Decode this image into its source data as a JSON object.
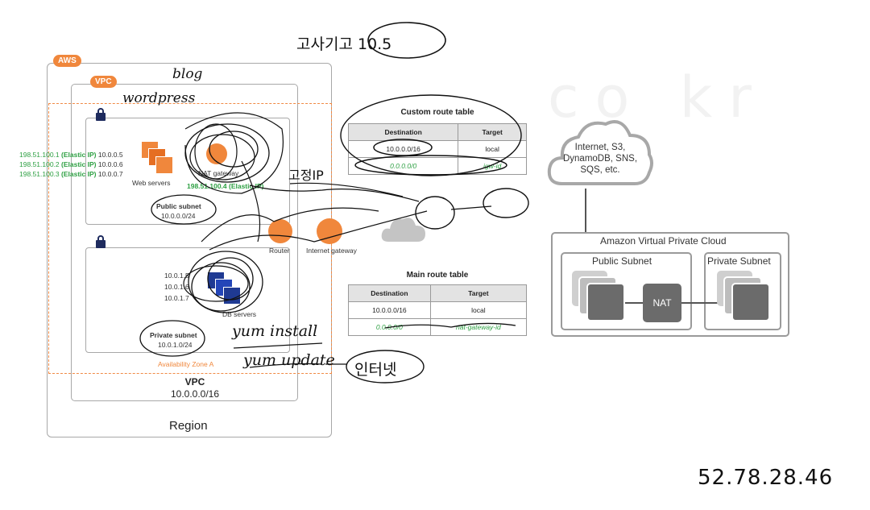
{
  "diagram": {
    "aws_tag": "AWS",
    "vpc_tag": "VPC",
    "region_label": "Region",
    "vpc_label": "VPC",
    "vpc_cidr": "10.0.0.0/16",
    "az_label": "Availability Zone A",
    "public_subnet_label": "Public subnet",
    "public_subnet_cidr": "10.0.0.0/24",
    "private_subnet_label": "Private subnet",
    "private_subnet_cidr": "10.0.1.0/24",
    "web_servers_label": "Web servers",
    "nat_label": "NAT gateway",
    "nat_eip": "198.51.100.4 (Elastic IP)",
    "db_servers_label": "DB servers",
    "private_ips": [
      "10.0.1.5",
      "10.0.1.6",
      "10.0.1.7"
    ],
    "elastic_ips": [
      {
        "eip": "198.51.100.1",
        "tag": "(Elastic IP)",
        "priv": "10.0.0.5"
      },
      {
        "eip": "198.51.100.2",
        "tag": "(Elastic IP)",
        "priv": "10.0.0.6"
      },
      {
        "eip": "198.51.100.3",
        "tag": "(Elastic IP)",
        "priv": "10.0.0.7"
      }
    ],
    "router_label": "Router",
    "igw_label": "Internet gateway"
  },
  "custom_route_table": {
    "title": "Custom route table",
    "headers": [
      "Destination",
      "Target"
    ],
    "rows": [
      [
        "10.0.0.0/16",
        "local"
      ],
      [
        "0.0.0.0/0",
        "igw-id"
      ]
    ]
  },
  "main_route_table": {
    "title": "Main route table",
    "headers": [
      "Destination",
      "Target"
    ],
    "rows": [
      [
        "10.0.0.0/16",
        "local"
      ],
      [
        "0.0.0.0/0",
        "nat-gateway-id"
      ]
    ]
  },
  "right_panel": {
    "cloud_text": "Internet, S3, DynamoDB, SNS, SQS, etc.",
    "vpc_title": "Amazon Virtual Private Cloud",
    "public_subnet": "Public Subnet",
    "private_subnet": "Private Subnet",
    "nat": "NAT"
  },
  "handwriting": {
    "top_note": "고사기고 10.5",
    "blog": "blog",
    "wordpress": "wordpress",
    "fixed_ip": "고정IP",
    "yum_install": "yum install",
    "yum_update": "yum update",
    "internet": "인터넷"
  },
  "watermark": "co kr",
  "bottom_ip": "52.78.28.46",
  "colors": {
    "aws_orange": "#f0873c",
    "elastic_green": "#2ea043",
    "db_blue": "#1f3a93"
  }
}
